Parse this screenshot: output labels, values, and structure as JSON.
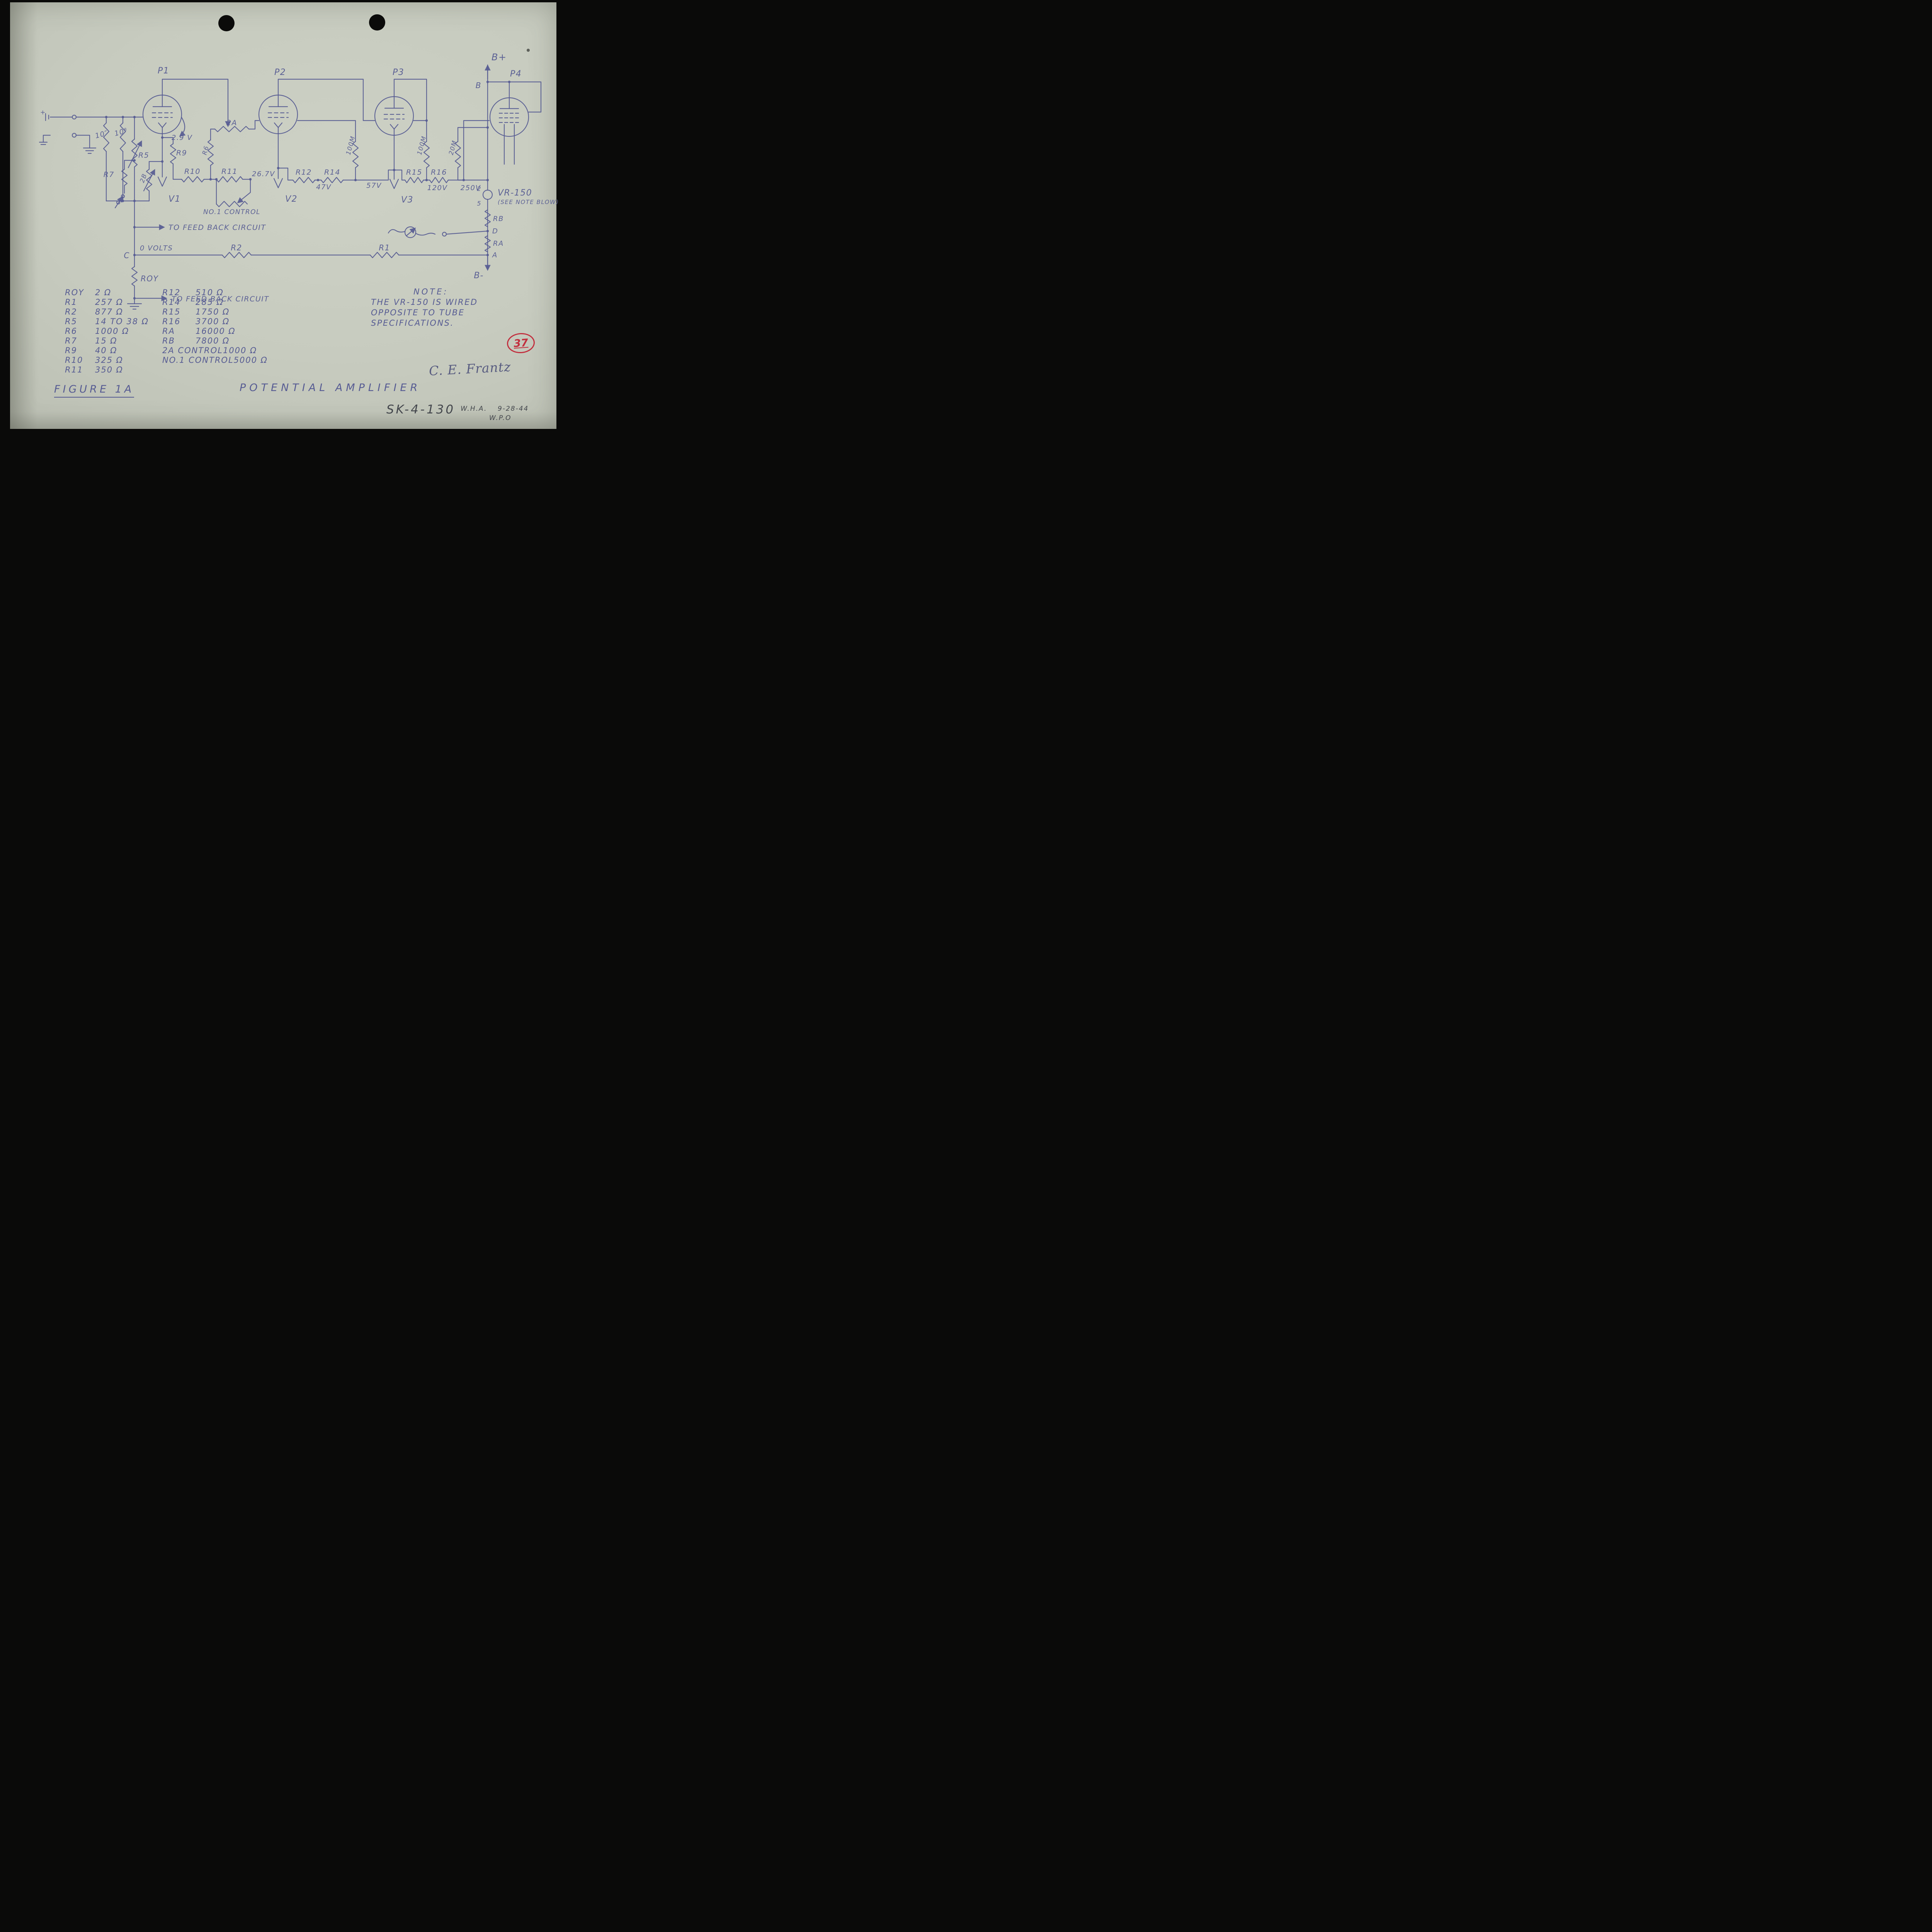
{
  "page": {
    "figure_label": "FIGURE 1A",
    "title": "POTENTIAL AMPLIFIER",
    "drawing_number": "SK-4-130",
    "initials": "W.H.A.",
    "date": "9-28-44",
    "office": "W.P.O",
    "signature": "C. E. Frantz",
    "stamp_number": "37"
  },
  "note": {
    "heading": "NOTE:",
    "line1": "THE VR-150 IS WIRED",
    "line2": "OPPOSITE TO TUBE",
    "line3": "SPECIFICATIONS."
  },
  "parts_list": {
    "left": [
      {
        "name": "ROY",
        "value": "2 Ω"
      },
      {
        "name": "R1",
        "value": "257 Ω"
      },
      {
        "name": "R2",
        "value": "877 Ω"
      },
      {
        "name": "R5",
        "value": "14 TO 38 Ω"
      },
      {
        "name": "R6",
        "value": "1000 Ω"
      },
      {
        "name": "R7",
        "value": "15 Ω"
      },
      {
        "name": "R9",
        "value": "40 Ω"
      },
      {
        "name": "R10",
        "value": "325 Ω"
      },
      {
        "name": "R11",
        "value": "350 Ω"
      }
    ],
    "right": [
      {
        "name": "R12",
        "value": "510 Ω"
      },
      {
        "name": "R14",
        "value": "285 Ω"
      },
      {
        "name": "R15",
        "value": "1750 Ω"
      },
      {
        "name": "R16",
        "value": "3700 Ω"
      },
      {
        "name": "RA",
        "value": "16000 Ω"
      },
      {
        "name": "RB",
        "value": "7800 Ω"
      },
      {
        "name": "2A CONTROL",
        "value": "1000 Ω"
      },
      {
        "name": "NO.1 CONTROL",
        "value": "5000 Ω"
      }
    ]
  },
  "schematic": {
    "labels": {
      "b_plus": "B+",
      "b": "B",
      "b_minus": "B-",
      "p1": "P1",
      "p2": "P2",
      "p3": "P3",
      "p4": "P4",
      "v1": "V1",
      "v2": "V2",
      "v3": "V3",
      "plus": "+",
      "r_10in": "10″",
      "r_10e8": "10⁸",
      "r5": "R5",
      "r7": "R7",
      "r9": "R9",
      "pot_2b": "2B",
      "v_2_9": "2.9 V",
      "r10": "R10",
      "r11": "R11",
      "v_26_7": "26.7V",
      "pot_2a": "2A",
      "r6": "R6",
      "no1_control": "NO.1 CONTROL",
      "r12": "R12",
      "r14": "R14",
      "v_47": "47V",
      "m100a": "100M",
      "v_57": "57V",
      "r15": "R15",
      "r16": "R16",
      "m100b": "100M",
      "v_120": "120V",
      "m20": "20M",
      "v_250": "250V",
      "pin2": "2",
      "pin5": "5",
      "vr150": "VR-150",
      "vr_note": "(SEE NOTE BLOW)",
      "rb": "RB",
      "node_d": "D",
      "ra": "RA",
      "node_a": "A",
      "node_c": "C",
      "zero_volts": "0 VOLTS",
      "r2": "R2",
      "r1": "R1",
      "roy": "ROY",
      "feedback1": "TO FEED BACK CIRCUIT",
      "feedback2": "TO FEED BACK CIRCUIT"
    }
  }
}
